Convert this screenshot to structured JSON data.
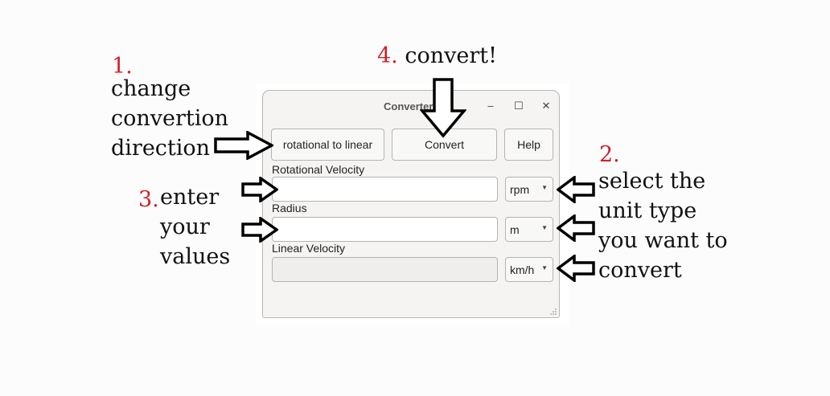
{
  "annotations": {
    "step1": {
      "number": "1.",
      "lines": [
        "change",
        "convertion",
        "direction"
      ]
    },
    "step2": {
      "number": "2.",
      "lines": [
        "select the",
        "unit type",
        "you want to",
        "convert"
      ]
    },
    "step3": {
      "number": "3.",
      "lines": [
        "enter",
        "your",
        "values"
      ]
    },
    "step4": {
      "number": "4.",
      "text": "convert!"
    }
  },
  "window": {
    "title": "Converter",
    "controls": {
      "minimize": "–",
      "maximize": "☐",
      "close": "✕"
    }
  },
  "toolbar": {
    "direction_label": "rotational to linear",
    "convert_label": "Convert",
    "help_label": "Help"
  },
  "form": {
    "rotational": {
      "label": "Rotational Velocity",
      "value": "",
      "unit": "rpm"
    },
    "radius": {
      "label": "Radius",
      "value": "",
      "unit": "m"
    },
    "linear": {
      "label": "Linear Velocity",
      "value": "",
      "unit": "km/h"
    }
  },
  "icons": {
    "arrow": "outline-arrow-icon",
    "dropdown": "chevron-down-icon",
    "grip": "resize-grip-icon"
  }
}
